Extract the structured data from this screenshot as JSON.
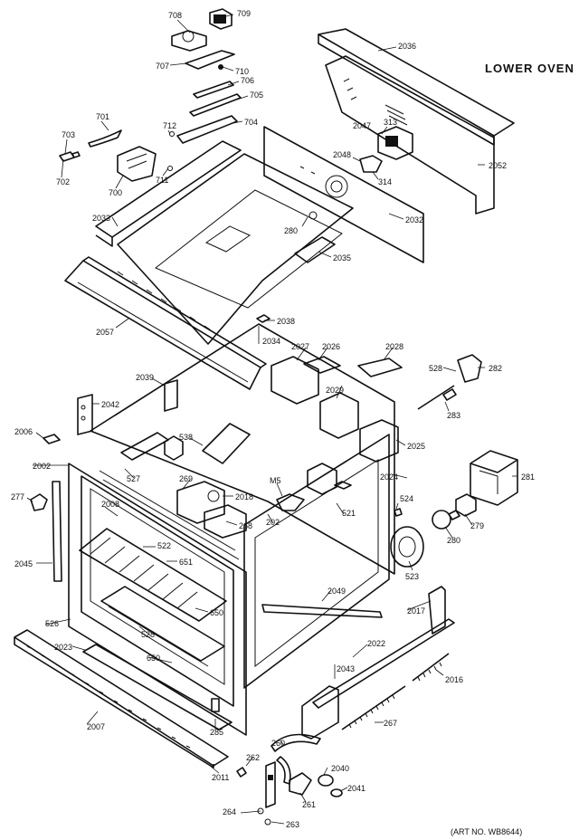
{
  "title": "LOWER OVEN",
  "art_number": "(ART NO. WB8644)",
  "part_numbers": [
    "708",
    "709",
    "707",
    "710",
    "706",
    "705",
    "704",
    "701",
    "712",
    "703",
    "702",
    "700",
    "711",
    "2036",
    "2047",
    "313",
    "2048",
    "314",
    "2052",
    "2032",
    "2033",
    "280",
    "2035",
    "2057",
    "2038",
    "2034",
    "2027",
    "2026",
    "2028",
    "528",
    "282",
    "283",
    "2039",
    "2042",
    "2029",
    "2025",
    "2006",
    "2002",
    "538",
    "2024",
    "281",
    "527",
    "269",
    "2018",
    "M5",
    "277",
    "2008",
    "268",
    "522",
    "521",
    "524",
    "202",
    "279",
    "280",
    "2045",
    "651",
    "523",
    "2049",
    "2017",
    "526",
    "650",
    "528",
    "2023",
    "650",
    "2022",
    "2016",
    "2043",
    "2007",
    "285",
    "267",
    "262",
    "260",
    "2040",
    "2011",
    "261",
    "2041",
    "264",
    "263"
  ],
  "icons": {
    "knob": "knob-icon",
    "bulb": "light-bulb-icon"
  }
}
